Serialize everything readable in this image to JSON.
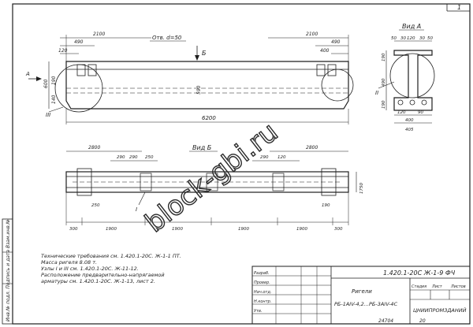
{
  "sheet_no": "1",
  "top_view": {
    "label": "Отв. d=50",
    "section_mark": "Б",
    "mark_a": "А",
    "node_mark_iii": "III",
    "dims_top": [
      "2100",
      "490",
      "2100",
      "490",
      "400",
      "120"
    ],
    "dims_left": [
      "600",
      "190",
      "140"
    ],
    "mid_dim": "590",
    "overall": "6200"
  },
  "side_view": {
    "label": "Вид А",
    "dims_top": [
      "50",
      "30",
      "120",
      "30",
      "50"
    ],
    "dims_bottom": [
      "120",
      "90",
      "400",
      "405"
    ],
    "left_dims": [
      "190",
      "490",
      "190"
    ],
    "node_mark_ii": "II"
  },
  "bottom_view": {
    "label": "Вид Б",
    "dims_top_left": "2800",
    "dims_top_right": "2800",
    "small_dims": [
      "290",
      "290",
      "250",
      "290",
      "120"
    ],
    "height_dim": "1750",
    "mark_i": "I",
    "dims_bottom": [
      "300",
      "1900",
      "1900",
      "1900",
      "1900",
      "300"
    ],
    "extra": [
      "250",
      "190",
      "1"
    ]
  },
  "notes": [
    "Технические требования см. 1.420.1-20С. Ж-1-1 ПТ.",
    "Масса ригеля 8.08 т.",
    "Узлы I и III см. 1.420.1-20С. Ж-11-12.",
    "Расположение предварительно-напрягаемой",
    "арматуры см. 1.420.1-20С. Ж-1-13, лист 2."
  ],
  "side_stamp": "Инв.№ подл. Подпись и дата Взам.инв.№",
  "title_block": {
    "code": "1.420.1-20С Ж-1-9 ФЧ",
    "name": "Ригели",
    "marks": "РБ-1АIV-4,2...РБ-3АIV-4С",
    "roles": [
      "Разраб.",
      "Провер.",
      "Нач.отд.",
      "Н.контр.",
      "Утв."
    ],
    "headers": [
      "Стадия",
      "Лист",
      "Листов"
    ],
    "org": "ЦНИИПРОМЗДАНИЙ",
    "inv": "24704",
    "page": "20"
  },
  "watermark_text": "block-gbi.ru"
}
